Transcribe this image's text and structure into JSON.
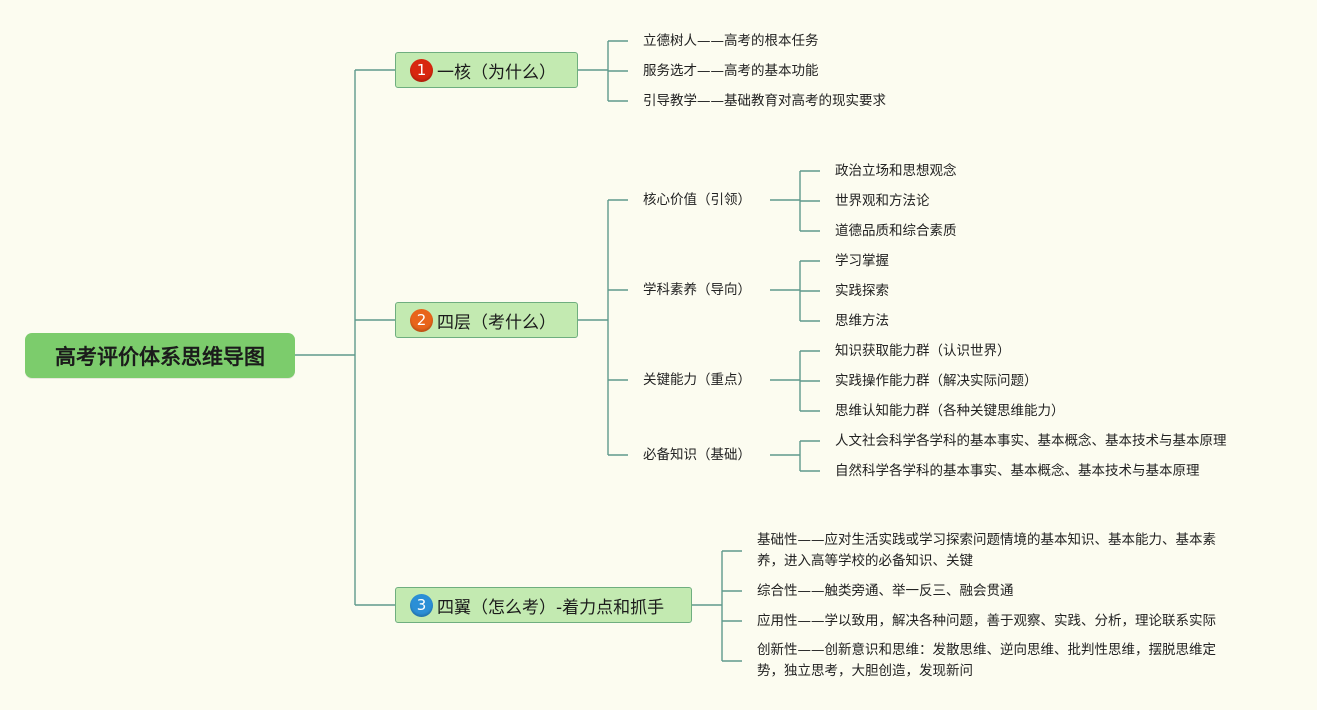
{
  "root": {
    "title": "高考评价体系思维导图"
  },
  "branches": [
    {
      "number": "1",
      "color": "#d8260f",
      "label": "一核（为什么）",
      "items": [
        "立德树人——高考的根本任务",
        "服务选才——高考的基本功能",
        "引导教学——基础教育对高考的现实要求"
      ]
    },
    {
      "number": "2",
      "color": "#e8641a",
      "label": "四层（考什么）",
      "groups": [
        {
          "label": "核心价值（引领）",
          "items": [
            "政治立场和思想观念",
            "世界观和方法论",
            "道德品质和综合素质"
          ]
        },
        {
          "label": "学科素养（导向）",
          "items": [
            "学习掌握",
            "实践探索",
            "思维方法"
          ]
        },
        {
          "label": "关键能力（重点）",
          "items": [
            "知识获取能力群（认识世界）",
            "实践操作能力群（解决实际问题）",
            "思维认知能力群（各种关键思维能力）"
          ]
        },
        {
          "label": "必备知识（基础）",
          "items": [
            "人文社会科学各学科的基本事实、基本概念、基本技术与基本原理",
            "自然科学各学科的基本事实、基本概念、基本技术与基本原理"
          ]
        }
      ]
    },
    {
      "number": "3",
      "color": "#2b8fd6",
      "label": "四翼（怎么考）-着力点和抓手",
      "items": [
        "基础性——应对生活实践或学习探索问题情境的基本知识、基本能力、基本素养，进入高等学校的必备知识、关键",
        "综合性——触类旁通、举一反三、融会贯通",
        "应用性——学以致用，解决各种问题，善于观察、实践、分析，理论联系实际",
        "创新性——创新意识和思维：发散思维、逆向思维、批判性思维，摆脱思维定势，独立思考，大胆创造，发现新问"
      ]
    }
  ]
}
